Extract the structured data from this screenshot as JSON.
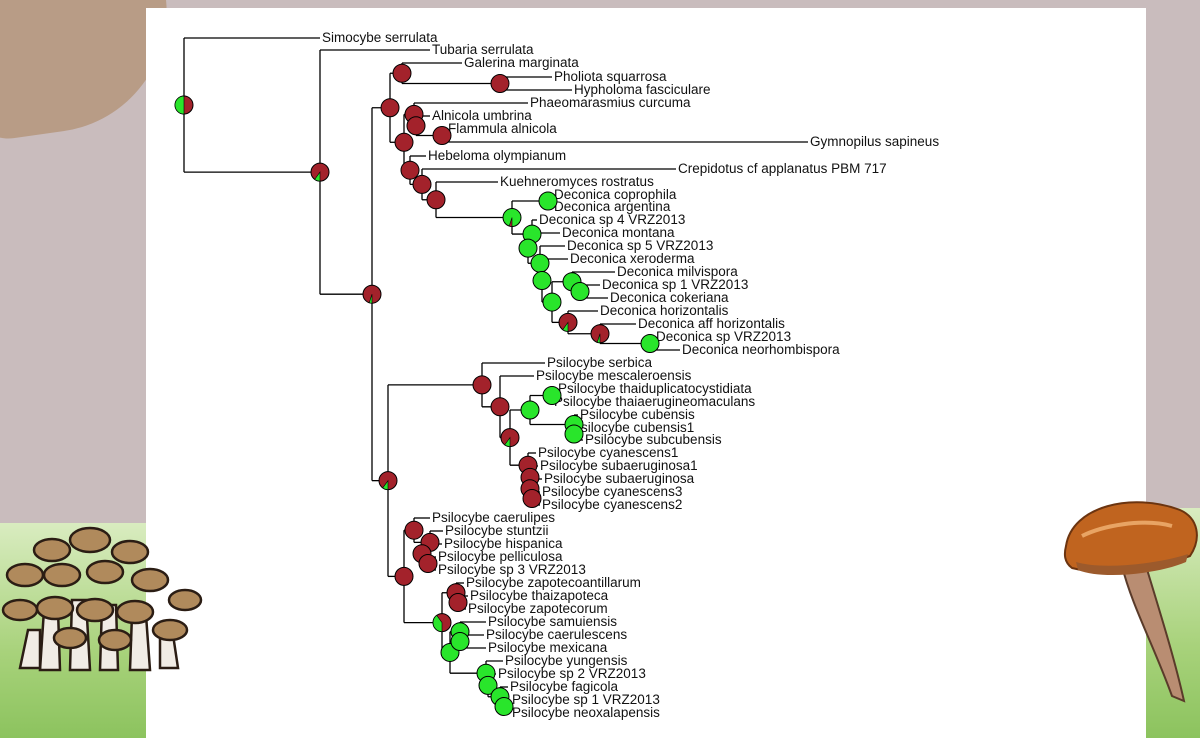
{
  "colors": {
    "ancestral_state_a": "#a3222b",
    "ancestral_state_b": "#29e52b",
    "branch": "#000000"
  },
  "decorations": [
    "brown-blob",
    "mushroom-cluster-illustration",
    "single-mushroom-illustration",
    "grass-background"
  ],
  "tree": {
    "taxa": [
      "Simocybe serrulata",
      "Tubaria serrulata",
      "Galerina marginata",
      "Pholiota squarrosa",
      "Hypholoma fasciculare",
      "Phaeomarasmius curcuma",
      "Alnicola umbrina",
      "Flammula alnicola",
      "Gymnopilus sapineus",
      "Hebeloma olympianum",
      "Crepidotus cf applanatus PBM 717",
      "Kuehneromyces rostratus",
      "Deconica coprophila",
      "Deconica argentina",
      "Deconica sp 4 VRZ2013",
      "Deconica montana",
      "Deconica sp 5 VRZ2013",
      "Deconica xeroderma",
      "Deconica milvispora",
      "Deconica sp 1 VRZ2013",
      "Deconica cokeriana",
      "Deconica horizontalis",
      "Deconica aff horizontalis",
      "Deconica sp VRZ2013",
      "Deconica neorhombispora",
      "Psilocybe serbica",
      "Psilocybe mescaleroensis",
      "Psilocybe thaiduplicatocystidiata",
      "Psilocybe thaiaerugineomaculans",
      "Psilocybe cubensis",
      "Psilocybe cubensis1",
      "Psilocybe subcubensis",
      "Psilocybe cyanescens1",
      "Psilocybe subaeruginosa1",
      "Psilocybe subaeruginosa",
      "Psilocybe cyanescens3",
      "Psilocybe cyanescens2",
      "Psilocybe caerulipes",
      "Psilocybe stuntzii",
      "Psilocybe hispanica",
      "Psilocybe pelliculosa",
      "Psilocybe sp 3 VRZ2013",
      "Psilocybe zapotecoantillarum",
      "Psilocybe thaizapoteca",
      "Psilocybe zapotecorum",
      "Psilocybe samuiensis",
      "Psilocybe caerulescens",
      "Psilocybe mexicana",
      "Psilocybe yungensis",
      "Psilocybe sp 2 VRZ2013",
      "Psilocybe fagicola",
      "Psilocybe sp 1 VRZ2013",
      "Psilocybe neoxalapensis"
    ]
  }
}
